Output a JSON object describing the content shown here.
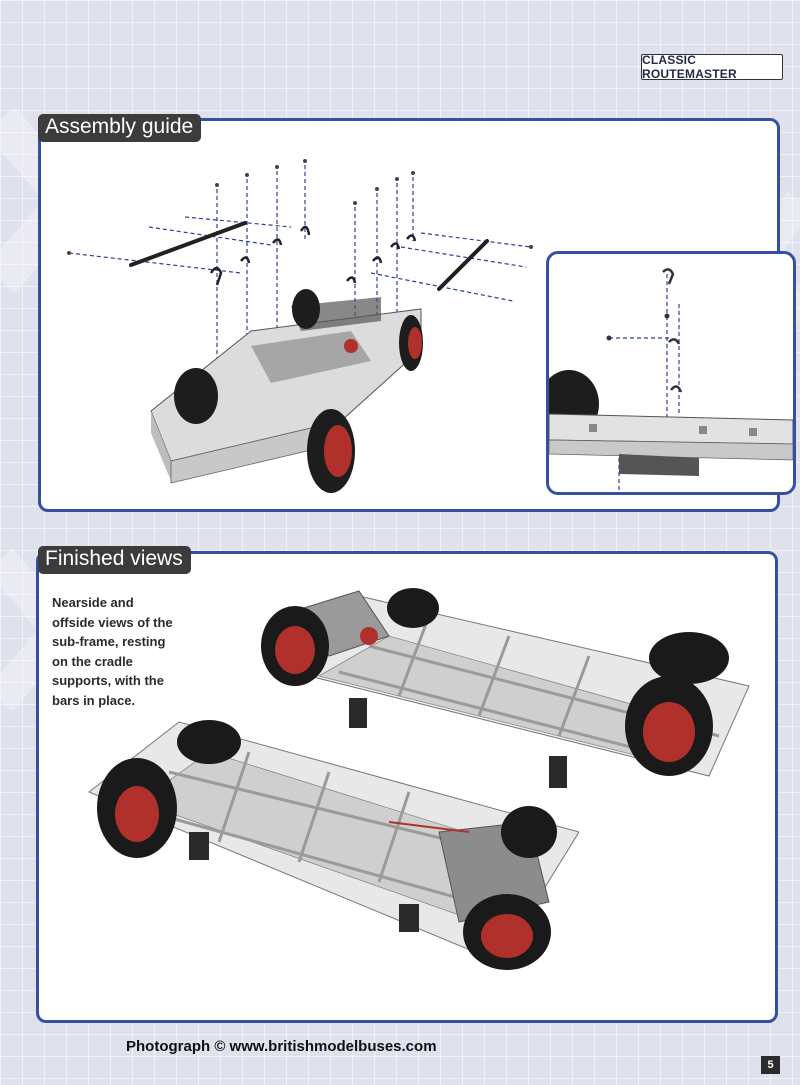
{
  "header": {
    "series_title": "CLASSIC ROUTEMASTER"
  },
  "assembly_guide": {
    "title": "Assembly guide",
    "main_image_icon": "exploded-chassis-diagram",
    "inset_image_icon": "detail-closeup-diagram"
  },
  "finished_views": {
    "title": "Finished views",
    "caption_lines": [
      "Nearside and",
      "offside views of the",
      "sub-frame, resting",
      "on the cradle",
      "supports, with the",
      "bars in place."
    ],
    "nearside_image_icon": "chassis-nearside-photo",
    "offside_image_icon": "chassis-offside-photo"
  },
  "footer": {
    "photo_credit": "Photograph © www.britishmodelbuses.com",
    "page_number": "5"
  },
  "colors": {
    "panel_border": "#3550a0",
    "tab_background": "#3c3c3c",
    "wheel_hub": "#b0302c",
    "chassis": "#e6e6e6"
  }
}
